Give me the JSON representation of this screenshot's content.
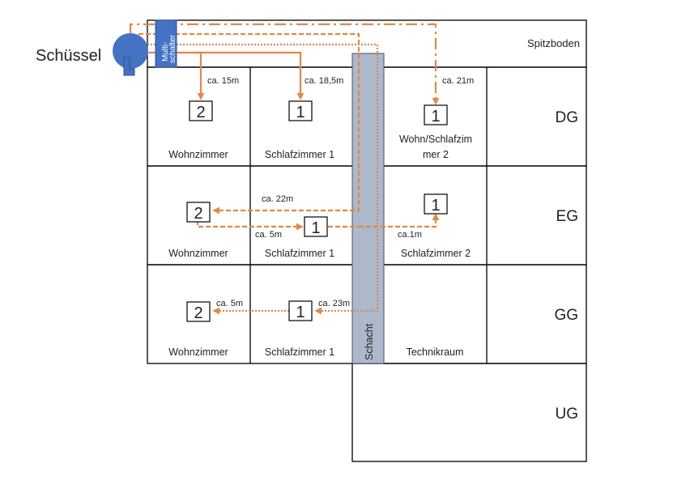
{
  "dish": {
    "label": "Schüssel",
    "color": "#4472c4"
  },
  "multiswitch": {
    "line1": "Multi-",
    "line2": "schalter",
    "color": "#4472c4"
  },
  "shaft": {
    "label": "Schacht",
    "color": "#adb9ca"
  },
  "cable_color": "#e0894a",
  "floors": {
    "spitzboden": "Spitzboden",
    "dg": "DG",
    "eg": "EG",
    "gg": "GG",
    "ug": "UG"
  },
  "rooms": {
    "dg_wohn": {
      "name": "Wohnzimmer",
      "count": "2",
      "distance": "ca. 15m"
    },
    "dg_schlaf1": {
      "name": "Schlafzimmer 1",
      "count": "1",
      "distance": "ca. 18,5m"
    },
    "dg_wohnschlaf2": {
      "name_line1": "Wohn/Schlafzim",
      "name_line2": "mer 2",
      "count": "1",
      "distance": "ca. 21m"
    },
    "eg_wohn": {
      "name": "Wohnzimmer",
      "count": "2",
      "distance": "ca. 22m"
    },
    "eg_schlaf1": {
      "name": "Schlafzimmer 1",
      "count": "1",
      "distance": "ca. 5m"
    },
    "eg_schlaf2": {
      "name": "Schlafzimmer 2",
      "count": "1",
      "distance": "ca.1m"
    },
    "gg_wohn": {
      "name": "Wohnzimmer",
      "count": "2",
      "distance": "ca. 5m"
    },
    "gg_schlaf1": {
      "name": "Schlafzimmer 1",
      "count": "1",
      "distance": "ca. 23m"
    },
    "gg_technik": {
      "name": "Technikraum"
    }
  }
}
